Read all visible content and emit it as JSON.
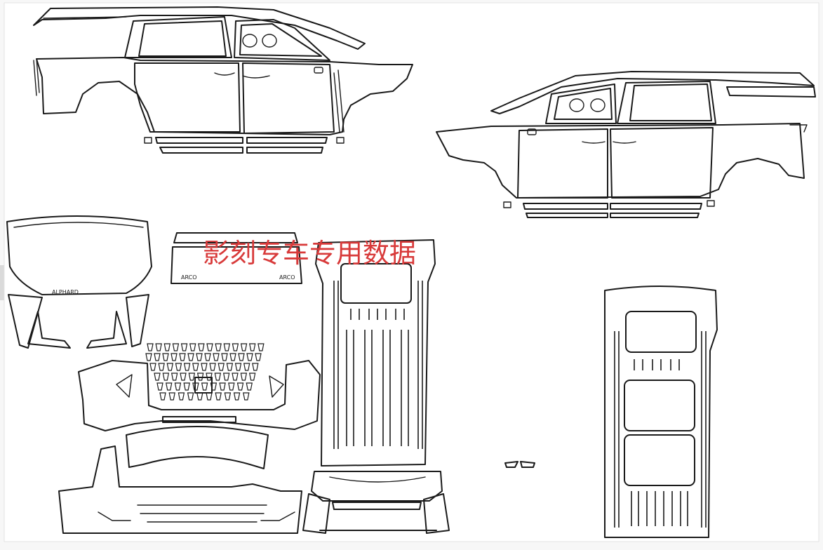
{
  "watermark": {
    "text": "影刻专车专用数据",
    "color": "#d83a3a"
  },
  "badges": {
    "hood_left": "ALPHARD",
    "tail_left": "ARCO",
    "tail_right": "ARCO"
  },
  "colors": {
    "outline": "#1a1a1a",
    "paper": "#ffffff",
    "background": "#f7f7f7"
  },
  "parts": [
    "left-side-body-panels",
    "right-side-body-panels",
    "hood-panel",
    "tailgate-panel",
    "front-bumper-and-grille",
    "lower-front-bumper",
    "roof-left",
    "roof-right-with-sunroofs",
    "small-emblem-pieces"
  ]
}
